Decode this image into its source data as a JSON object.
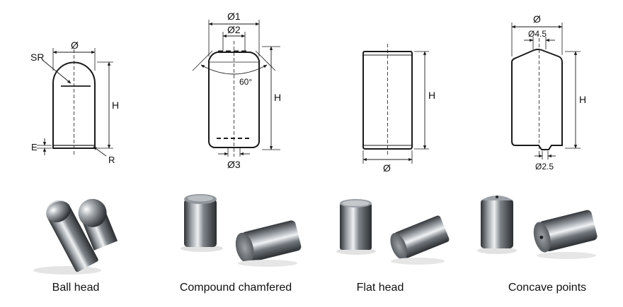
{
  "products": [
    {
      "caption": "Ball head",
      "labels": {
        "diameter": "Ø",
        "sr": "SR",
        "height": "H",
        "e": "E",
        "r": "R"
      }
    },
    {
      "caption": "Compound chamfered",
      "labels": {
        "d1": "Ø1",
        "d2": "Ø2",
        "height": "H",
        "angle": "60°",
        "d3": "Ø3"
      }
    },
    {
      "caption": "Flat head",
      "labels": {
        "height": "H",
        "diameter": "Ø"
      }
    },
    {
      "caption": "Concave points",
      "labels": {
        "diameter": "Ø",
        "top_hole": "Ø4.5",
        "height": "H",
        "bottom_hole": "Ø2.5"
      }
    }
  ],
  "colors": {
    "line": "#1a1a1a",
    "metal_dark": "#3b3e42",
    "metal_light": "#e6e8ea"
  }
}
